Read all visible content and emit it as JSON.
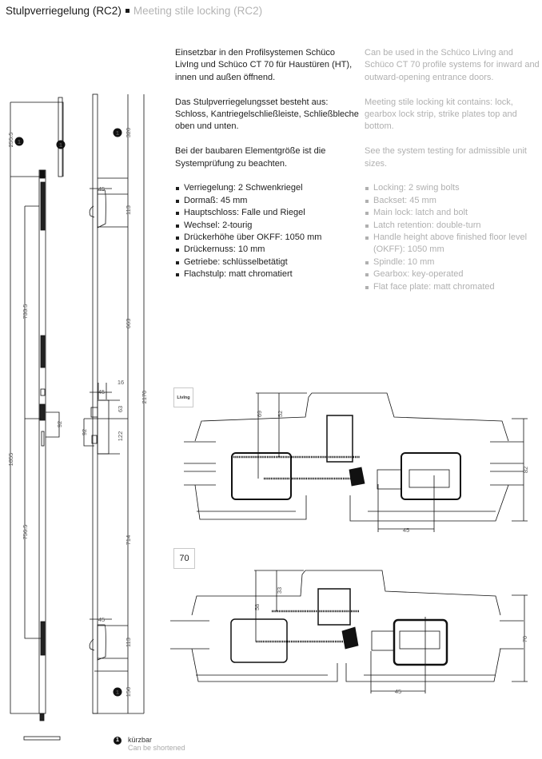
{
  "header": {
    "title_de": "Stulpverriegelung (RC2)",
    "title_en": "Meeting stile locking (RC2)"
  },
  "german": {
    "paragraphs": [
      "Einsetzbar in den Profilsystemen Schüco LivIng und Schüco CT 70 für Haustüren (HT), innen und außen öffnend.",
      "Das Stulpverriegelungsset besteht aus: Schloss, Kantriegelschließleiste, Schließbleche oben und unten.",
      "Bei der baubaren Elementgröße ist die Systemprüfung zu beachten."
    ],
    "bullets": [
      "Verriegelung: 2 Schwenkriegel",
      "Dormaß: 45 mm",
      "Hauptschloss: Falle und Riegel",
      "Wechsel: 2-tourig",
      "Drückerhöhe über OKFF: 1050 mm",
      "Drückernuss: 10 mm",
      "Getriebe: schlüsselbetätigt",
      "Flachstulp: matt chromatiert"
    ]
  },
  "english": {
    "paragraphs": [
      "Can be used in the Schüco LivIng and Schüco CT 70 profile systems for inward and outward-opening entrance doors.",
      "Meeting stile locking kit contains: lock, gearbox lock strip, strike plates top and bottom.",
      "See the system testing for admissible unit sizes."
    ],
    "bullets": [
      "Locking: 2 swing bolts",
      "Backset: 45 mm",
      "Main lock: latch and bolt",
      "Latch retention: double-turn",
      "Handle height above finished floor level (OKFF): 1050 mm",
      "Spindle: 10 mm",
      "Gearbox: key-operated",
      "Flat face plate: matt chromated"
    ]
  },
  "elevation": {
    "marker": "1",
    "dims_a": {
      "d1": "255.5",
      "d2": "1855",
      "d3": "733.5",
      "d4": "756.5",
      "d5": "92"
    },
    "dims_b": {
      "d1": "320",
      "d2": "45",
      "d3": "113",
      "d4": "663",
      "d5": "16",
      "d6": "45",
      "d7": "63",
      "d8": "92",
      "d9": "122",
      "d10": "714",
      "d11": "45",
      "d12": "113",
      "d13": "150",
      "d14": "2170"
    }
  },
  "sections": {
    "living": {
      "badge": "LivIng",
      "h1": "69",
      "h2": "52",
      "height": "82",
      "backset": "45"
    },
    "ct70": {
      "badge": "70",
      "h1": "58",
      "h2": "33",
      "height": "70",
      "backset": "45"
    }
  },
  "footnote": {
    "marker": "1",
    "de": "kürzbar",
    "en": "Can be shortened"
  }
}
